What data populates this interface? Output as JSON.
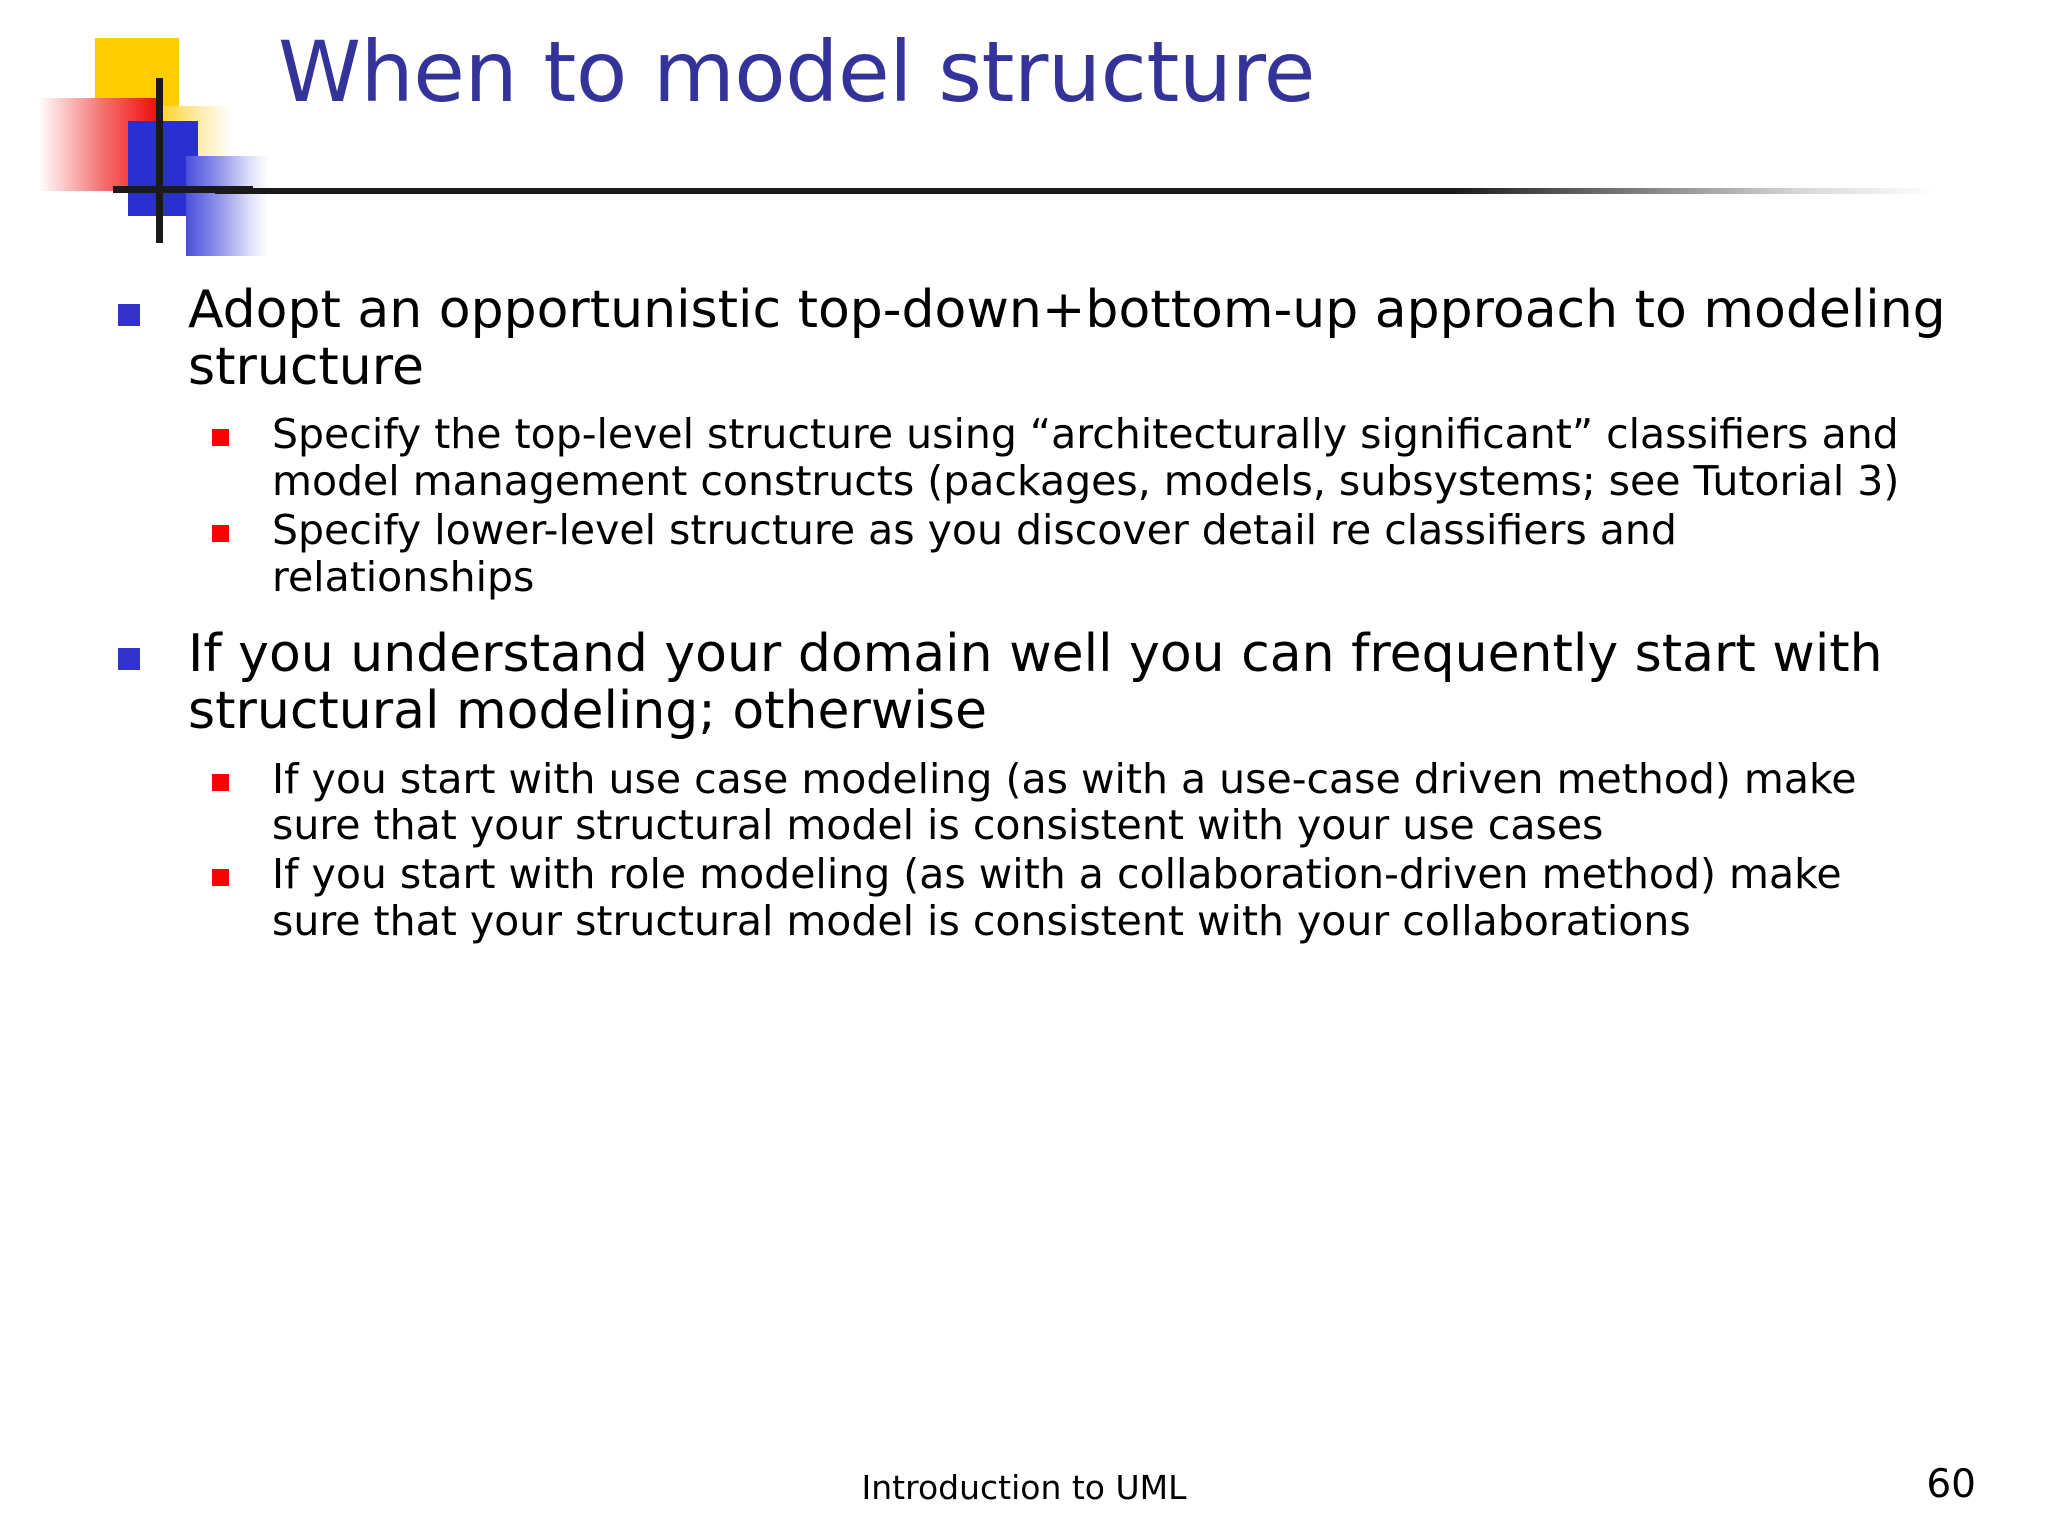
{
  "slide": {
    "title": "When to model structure",
    "title_color": "#333399",
    "bullet_l1_color": "#3333CC",
    "bullet_l2_color": "#FF0000",
    "background_color": "#FFFFFF",
    "logo": {
      "yellow": "#FFCC00",
      "red": "#F01010",
      "blue": "#2B2FD0",
      "cross": "#1A1A1A"
    },
    "content": [
      {
        "level": 1,
        "text": "Adopt an opportunistic top-down+bottom-up approach to modeling structure"
      },
      {
        "level": 2,
        "text": "Specify the top-level structure using “architecturally significant” classifiers and model management constructs (packages, models, subsystems; see Tutorial 3)"
      },
      {
        "level": 2,
        "text": "Specify lower-level structure as you discover detail re classifiers and relationships"
      },
      {
        "level": 1,
        "text": "If you understand your domain well you can frequently start with structural modeling; otherwise"
      },
      {
        "level": 2,
        "text": "If you start with use case modeling (as with a use-case driven method) make sure that your structural model is consistent with your use cases"
      },
      {
        "level": 2,
        "text": "If you start with role modeling (as with a collaboration-driven method) make sure that your structural model is consistent with your collaborations"
      }
    ],
    "footer": {
      "center_text": "Introduction to UML",
      "page_number": "60"
    }
  }
}
